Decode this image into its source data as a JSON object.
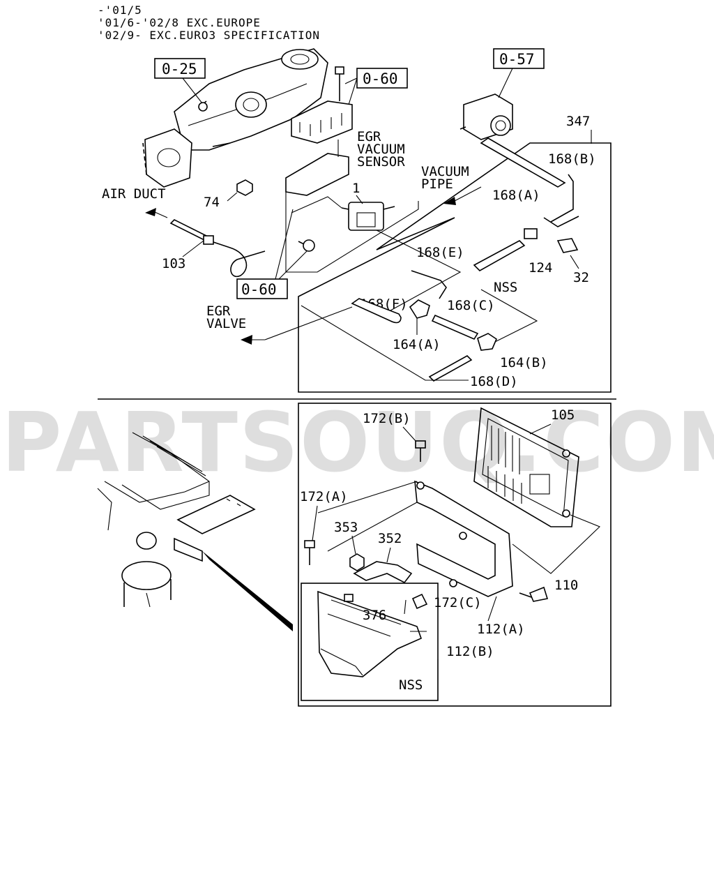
{
  "header": {
    "lines": [
      "-'01/5",
      "'01/6-'02/8 EXC.EUROPE",
      "'02/9- EXC.EURO3 SPECIFICATION"
    ]
  },
  "watermark": "PARTSOUQ.COM",
  "references": [
    "0-25",
    "0-60",
    "0-57",
    "0-60"
  ],
  "annotations": {
    "egr_vacuum_sensor": [
      "EGR",
      "VACUUM",
      "SENSOR"
    ],
    "vacuum_pipe": [
      "VACUUM",
      "PIPE"
    ],
    "air_duct": "AIR DUCT",
    "egr_valve": [
      "EGR",
      "VALVE"
    ],
    "nss_1": "NSS",
    "nss_2": "NSS"
  },
  "parts": {
    "p347": "347",
    "p168b": "168(B)",
    "p168a": "168(A)",
    "p1": "1",
    "p74": "74",
    "p103": "103",
    "p124": "124",
    "p32": "32",
    "p168e": "168(E)",
    "p168f": "168(F)",
    "p168c": "168(C)",
    "p164a": "164(A)",
    "p164b": "164(B)",
    "p168d": "168(D)",
    "p172b": "172(B)",
    "p105": "105",
    "p172a": "172(A)",
    "p353": "353",
    "p352": "352",
    "p110": "110",
    "p172c": "172(C)",
    "p376": "376",
    "p112a": "112(A)",
    "p112b": "112(B)"
  }
}
